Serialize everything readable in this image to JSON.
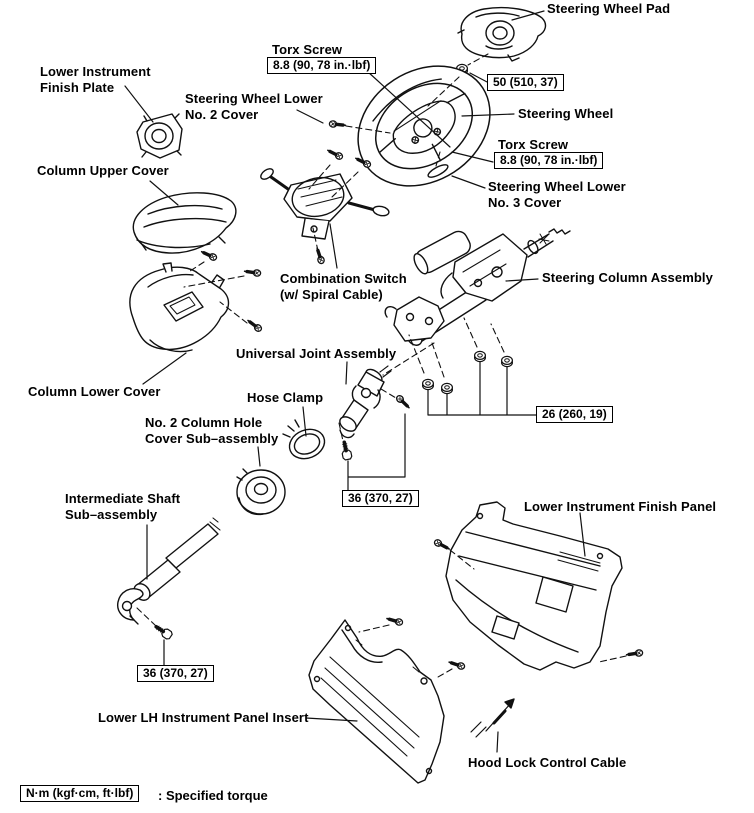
{
  "diagram": {
    "labels": {
      "steering_wheel_pad": "Steering Wheel Pad",
      "lower_instrument_finish_plate": "Lower Instrument\nFinish Plate",
      "torx_screw_top": "Torx Screw",
      "steering_wheel_lower_no2": "Steering Wheel Lower\nNo. 2 Cover",
      "steering_wheel": "Steering Wheel",
      "torx_screw_bottom": "Torx Screw",
      "steering_wheel_lower_no3": "Steering Wheel Lower\nNo. 3 Cover",
      "column_upper_cover": "Column Upper Cover",
      "combination_switch": "Combination Switch\n(w/ Spiral Cable)",
      "steering_column_assembly": "Steering Column Assembly",
      "column_lower_cover": "Column Lower Cover",
      "universal_joint_assembly": "Universal Joint Assembly",
      "hose_clamp": "Hose Clamp",
      "no2_column_hole_cover": "No. 2 Column Hole\nCover Sub–assembly",
      "intermediate_shaft": "Intermediate Shaft\nSub–assembly",
      "lower_instrument_finish_panel": "Lower Instrument Finish Panel",
      "lower_lh_instrument_panel_insert": "Lower LH Instrument Panel Insert",
      "hood_lock_control_cable": "Hood Lock Control Cable"
    },
    "torques": {
      "torx_screw_top": "8.8 (90, 78 in.·lbf)",
      "steering_wheel_nut": "50 (510, 37)",
      "torx_screw_bottom": "8.8 (90, 78 in.·lbf)",
      "column_mount_nuts": "26 (260, 19)",
      "universal_joint_bolts": "36 (370, 27)",
      "intermediate_shaft_bolt": "36 (370, 27)"
    },
    "legend": {
      "box_label": "N·m (kgf·cm, ft·lbf)",
      "note": ": Specified torque"
    },
    "ink_color": "#111111"
  }
}
